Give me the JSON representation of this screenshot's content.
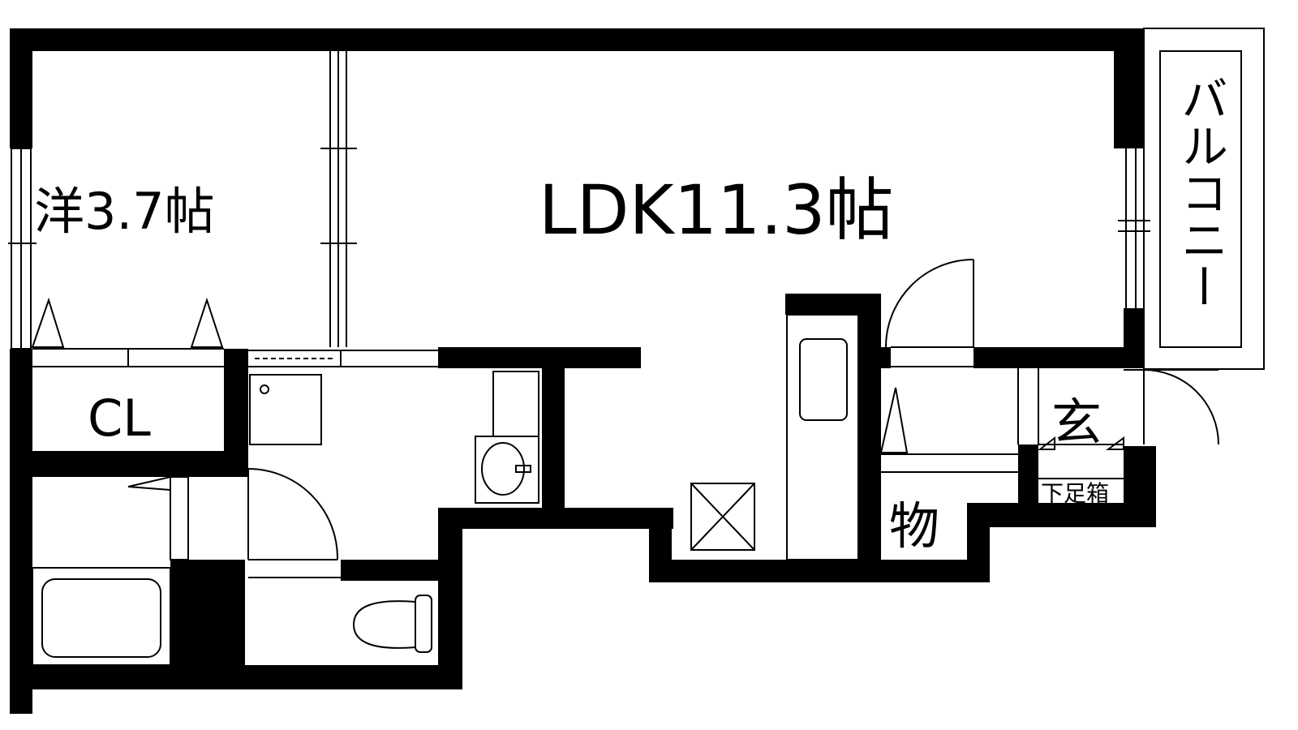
{
  "floor_plan": {
    "rooms": {
      "western_room": "洋3.7帖",
      "ldk": "LDK11.3帖",
      "closet": "CL",
      "balcony": "バルコニー",
      "entrance": "玄",
      "storage": "物",
      "shoe_box": "下足箱"
    },
    "colors": {
      "wall": "#000000",
      "floor": "#ffffff",
      "line": "#000000"
    }
  }
}
